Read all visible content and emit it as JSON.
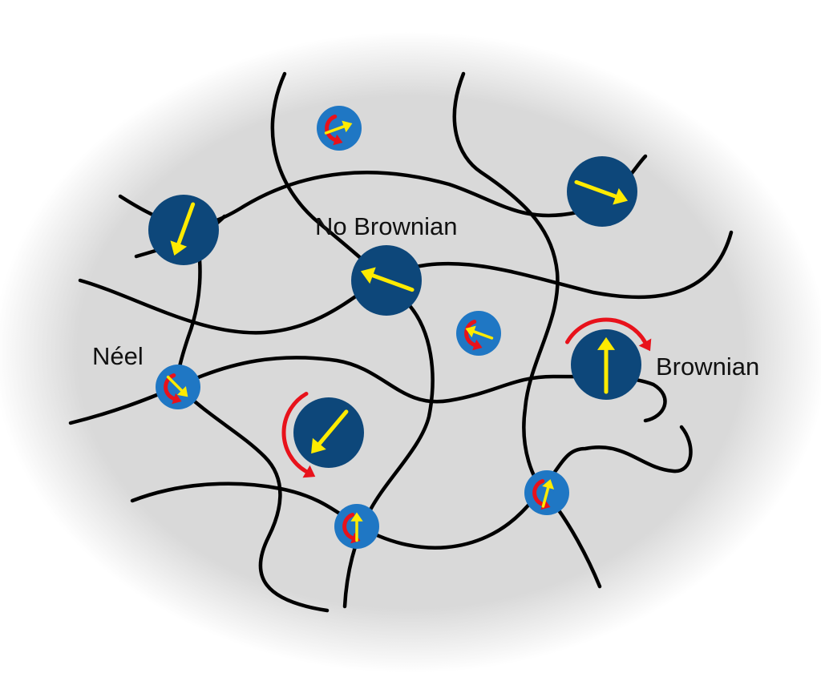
{
  "labels": {
    "neel": "Néel",
    "no_brownian": "No Brownian",
    "brownian": "Brownian"
  },
  "colors": {
    "background": "#d9d9d9",
    "chain": "#000000",
    "large_particle": "#0d477a",
    "small_particle": "#1f77c4",
    "moment_arrow": "#ffeb00",
    "rotation_arrow": "#e8121b"
  },
  "particles": [
    {
      "id": "large-1",
      "size": "large",
      "moment_deg": 110
    },
    {
      "id": "large-2",
      "size": "large",
      "moment_deg": 200
    },
    {
      "id": "large-3",
      "size": "large",
      "moment_deg": 20
    },
    {
      "id": "large-4",
      "size": "large",
      "moment_deg": -90,
      "rotation": "brownian"
    },
    {
      "id": "large-5",
      "size": "large",
      "moment_deg": 130,
      "rotation": "brownian"
    },
    {
      "id": "small-1",
      "size": "small",
      "moment_deg": -20,
      "rotation": "neel"
    },
    {
      "id": "small-2",
      "size": "small",
      "moment_deg": 200,
      "rotation": "neel"
    },
    {
      "id": "small-3",
      "size": "small",
      "moment_deg": 45,
      "rotation": "neel"
    },
    {
      "id": "small-4",
      "size": "small",
      "moment_deg": -90,
      "rotation": "neel"
    },
    {
      "id": "small-5",
      "size": "small",
      "moment_deg": -75,
      "rotation": "neel"
    }
  ]
}
